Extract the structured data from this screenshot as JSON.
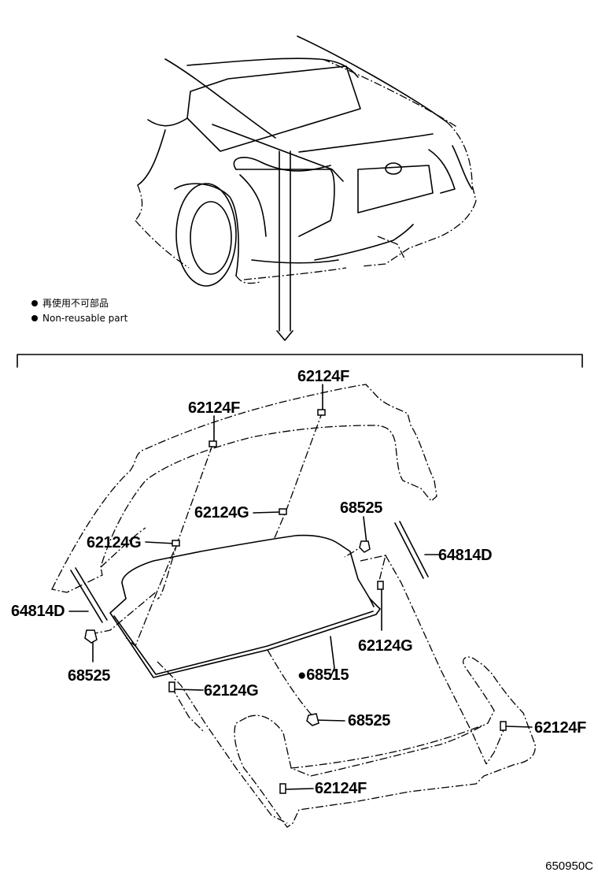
{
  "legend": {
    "line_jp": "再使用不可部品",
    "line_en": "Non-reusable part"
  },
  "callouts": {
    "clip_upper_left": "62124F",
    "clip_upper_right": "62124F",
    "clip_mid_center": "62124G",
    "clip_mid_left": "62124G",
    "retainer_top_right": "68525",
    "weatherstrip_right": "64814D",
    "weatherstrip_left": "64814D",
    "clip_right_side": "62124G",
    "retainer_bottom_left": "68525",
    "board_non_reusable_marker": "●",
    "board": "68515",
    "clip_lower_center": "62124G",
    "retainer_lower_center": "68525",
    "clip_lower_right": "62124F",
    "clip_lower_left": "62124F"
  },
  "diagram_code": "650950C"
}
